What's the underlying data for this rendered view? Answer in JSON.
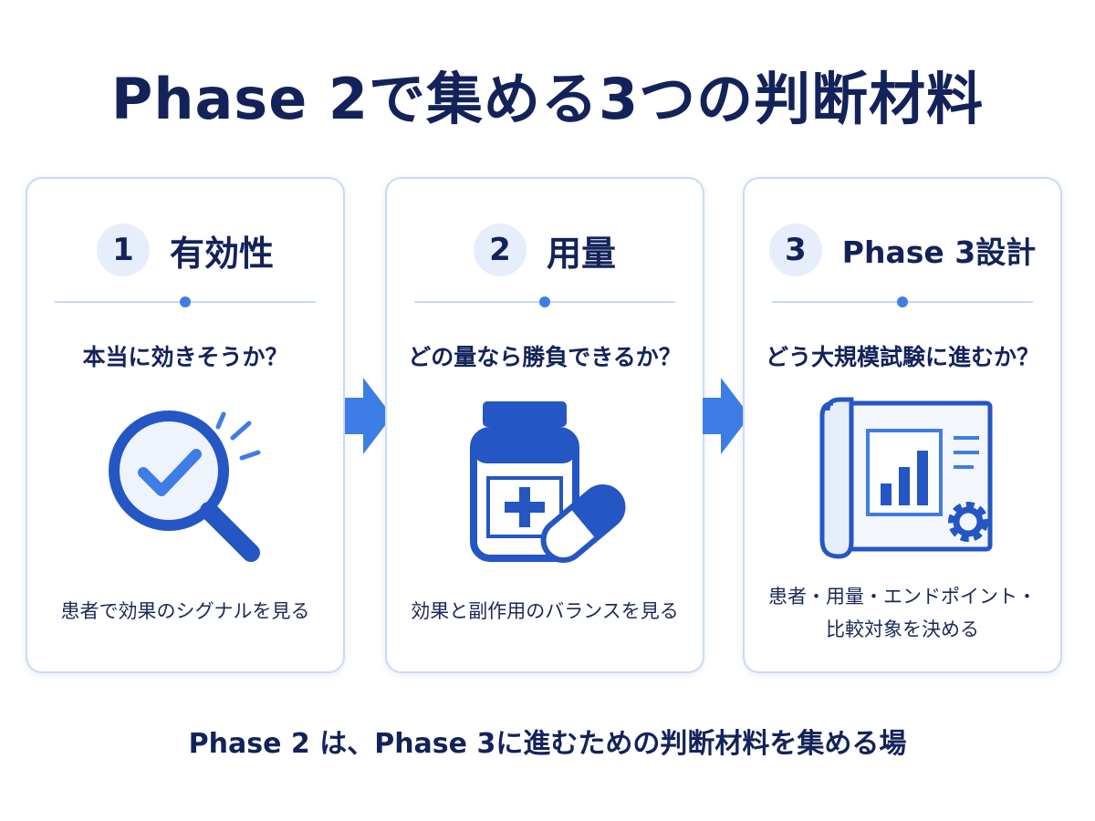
{
  "title": "Phase 2で集める3つの判断材料",
  "cards": [
    {
      "number": "1",
      "title": "有効性",
      "question": "本当に効きそうか？",
      "description": "患者で効果のシグナルを見る",
      "icon": "magnifier-check-icon"
    },
    {
      "number": "2",
      "title": "用量",
      "question": "どの量なら勝負できるか？",
      "description": "効果と副作用のバランスを見る",
      "icon": "medicine-bottle-capsule-icon"
    },
    {
      "number": "3",
      "title": "Phase 3設計",
      "question": "どう大規模試験に進むか？",
      "description_lines": [
        "患者・用量・エンドポイント・",
        "比較対象を決める"
      ],
      "icon": "blueprint-chart-gear-icon"
    }
  ],
  "footer": "Phase 2 は、Phase 3に進むための判断材料を集める場",
  "colors": {
    "navy": "#13235a",
    "blue": "#3f7de6",
    "deep_blue": "#2456c4",
    "border": "#c9daf4",
    "light": "#e6eefb"
  }
}
